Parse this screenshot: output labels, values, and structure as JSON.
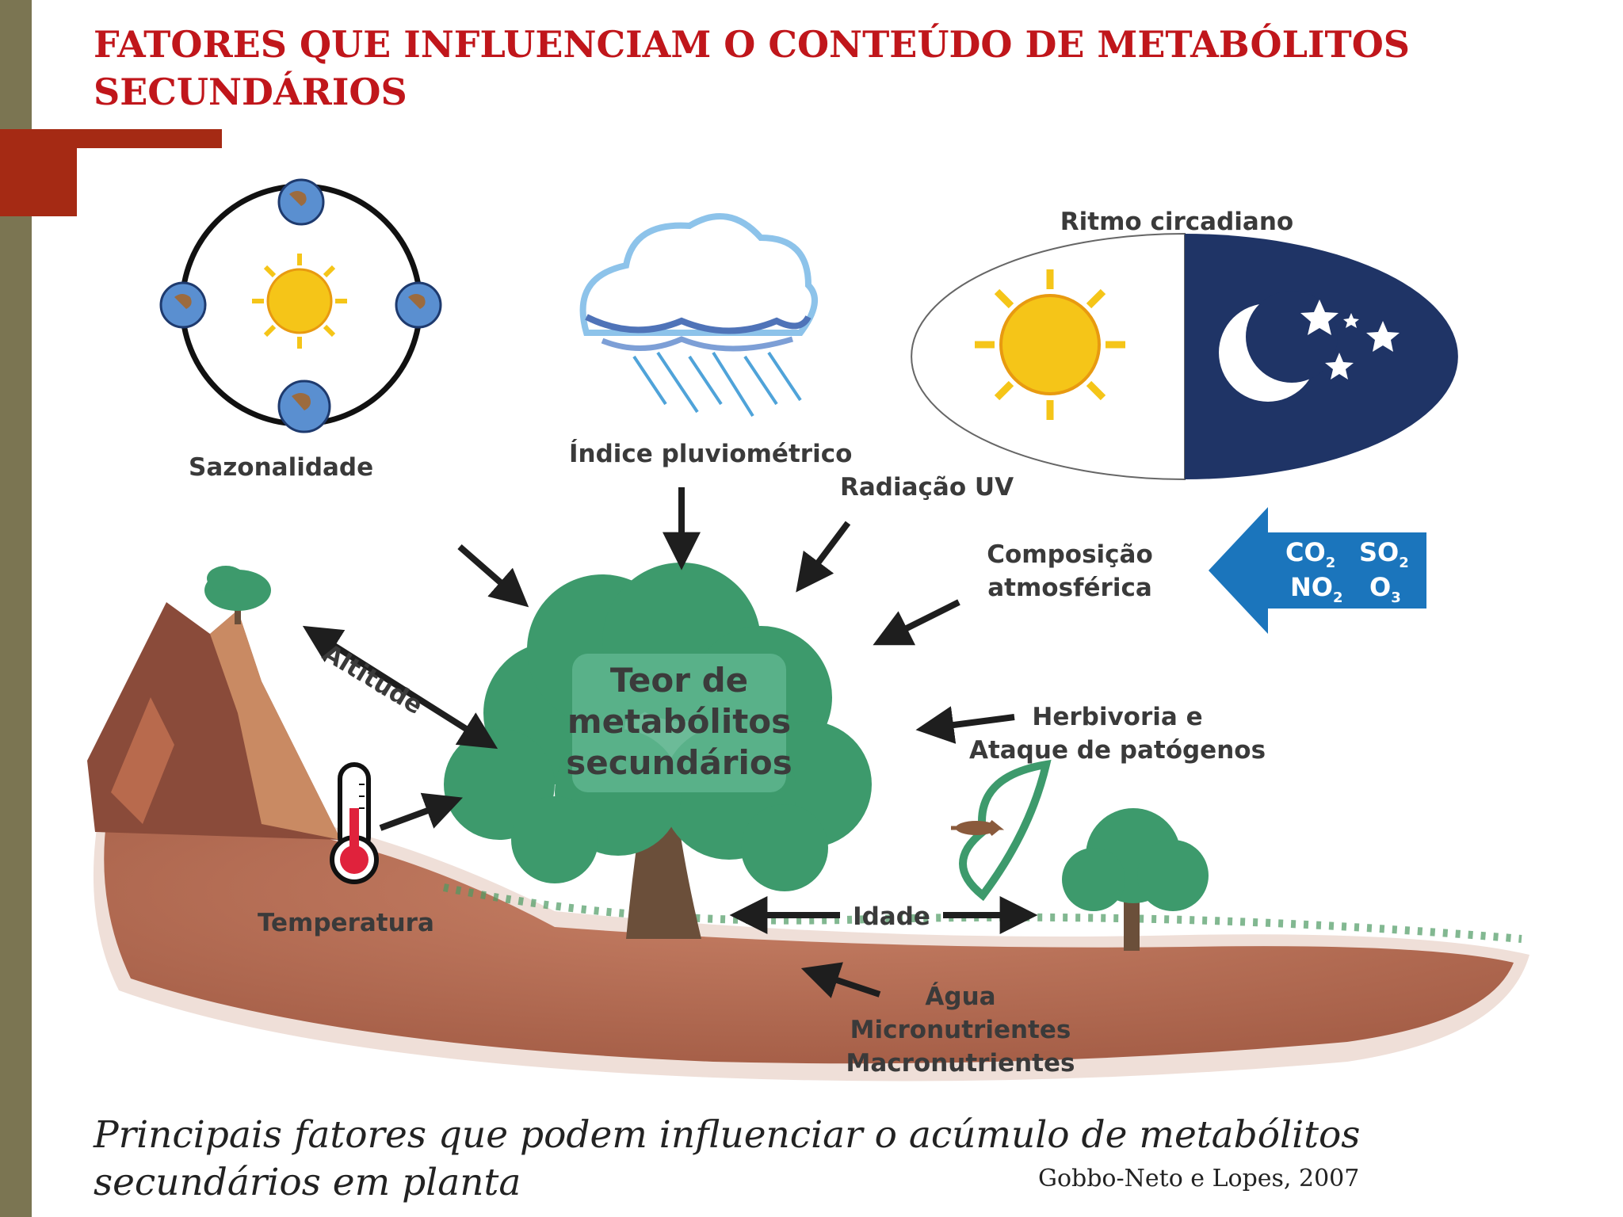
{
  "slide": {
    "title": "FATORES QUE INFLUENCIAM O CONTEÚDO DE METABÓLITOS SECUNDÁRIOS",
    "caption": "Principais fatores que podem influenciar o acúmulo de metabólitos secundários em planta",
    "citation": "Gobbo-Neto e Lopes, 2007",
    "accent_color": "#a52a14",
    "title_color": "#c0161b",
    "stripe_color": "#7b7552"
  },
  "diagram": {
    "center_lines": [
      "Teor de",
      "metabólitos",
      "secundários"
    ],
    "factors": {
      "sazonalidade": "Sazonalidade",
      "pluviometrico": "Índice pluviométrico",
      "circadiano": "Ritmo circadiano",
      "uv": "Radiação UV",
      "atmosferica_1": "Composição",
      "atmosferica_2": "atmosférica",
      "altitude": "Altitude",
      "temperatura": "Temperatura",
      "herbivoria_1": "Herbivoria e",
      "herbivoria_2": "Ataque de patógenos",
      "idade": "Idade",
      "agua": "Água",
      "micro": "Micronutrientes",
      "macro": "Macronutrientes"
    },
    "gases": [
      {
        "base": "CO",
        "sub": "2"
      },
      {
        "base": "SO",
        "sub": "2"
      },
      {
        "base": "NO",
        "sub": "2"
      },
      {
        "base": "O",
        "sub": "3"
      }
    ],
    "colors": {
      "tree": "#3d9a6c",
      "trunk": "#6b4f3a",
      "soil": "#b5684c",
      "night": "#1f3466",
      "sun": "#f5c518",
      "arrow_blue": "#1b75bc",
      "rain": "#4fa3d9"
    }
  }
}
